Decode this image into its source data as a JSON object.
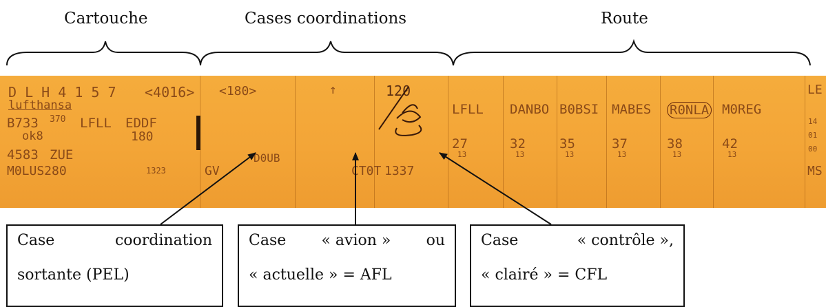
{
  "headers": {
    "cartouche": "Cartouche",
    "coordination": "Cases coordinations",
    "route": "Route"
  },
  "strip": {
    "cartouche": {
      "callsign": "D L H 4 1 5 7",
      "code": "<4016>",
      "company": "lufthansa",
      "type": "B733",
      "rfl": "370",
      "dep": "LFLL",
      "arr": "EDDF",
      "ok": "ok8",
      "speed": "180",
      "ssr": "4583",
      "zone": "ZUE",
      "sid": "M0LUS280",
      "time": "1323"
    },
    "coord": {
      "pel": "<180>",
      "arrow": "↑",
      "cfl": "120",
      "gv": "GV",
      "doub": "D0UB",
      "ctot_label": "CT0T",
      "ctot": "1337"
    },
    "route": {
      "points": [
        "LFLL",
        "DANBO",
        "B0BSI",
        "MABES",
        "R0NLA",
        "M0REG"
      ],
      "times": [
        "27",
        "32",
        "35",
        "37",
        "38",
        "42"
      ],
      "hours": [
        "13",
        "13",
        "13",
        "13",
        "13",
        "13"
      ],
      "edge": [
        "LE",
        "14",
        "01",
        "00",
        "MS"
      ]
    }
  },
  "boxes": [
    {
      "w1": "Case",
      "w2": "coordination",
      "line2": "sortante (PEL)"
    },
    {
      "w1": "Case",
      "w2": "« avion »",
      "w3": "ou",
      "line2": "« actuelle » = AFL"
    },
    {
      "w1": "Case",
      "w2": "« contrôle »,",
      "line2": "« clairé » = CFL"
    }
  ]
}
